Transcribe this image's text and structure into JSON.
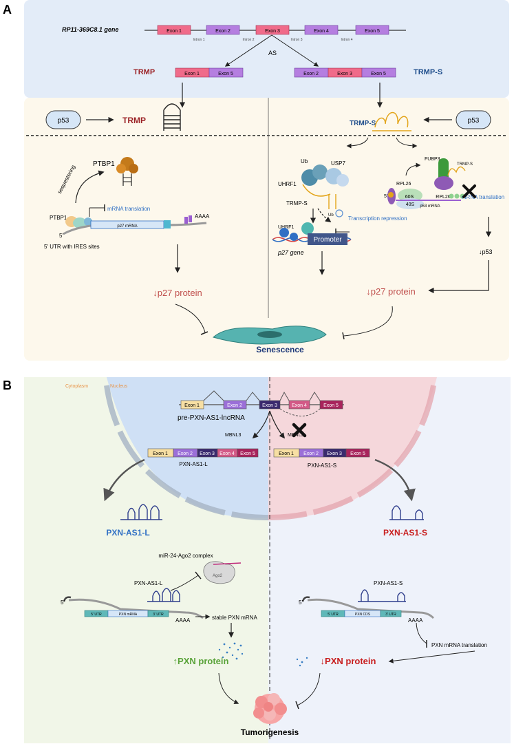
{
  "panel_a": {
    "letter": "A",
    "gene_name": "RP11-369C8.1 gene",
    "exons": [
      "Exon 1",
      "Exon 2",
      "Exon 3",
      "Exon 4",
      "Exon 5"
    ],
    "introns": [
      "Intron 1",
      "Intron 2",
      "Intron 3",
      "Intron 4"
    ],
    "as_label": "AS",
    "trmp": "TRMP",
    "trmp_s": "TRMP-S",
    "trmp_exons": [
      "Exon 1",
      "Exon 5"
    ],
    "trmp_s_exons": [
      "Exon 2",
      "Exon 3",
      "Exon 5"
    ],
    "p53": "p53",
    "left": {
      "ptbp1_top": "PTBP1",
      "sequestering": "sequestering",
      "mrna_translation": "mRNA translation",
      "ptbp1": "PTBP1",
      "p27_mrna": "p27 mRNA",
      "aaaa": "AAAA",
      "five_prime": "5'",
      "utr_label": "5' UTR with IRES sites",
      "p27_protein": "↓p27 protein"
    },
    "right": {
      "ub": "Ub",
      "usp7": "USP7",
      "uhrf1": "UHRF1",
      "trmp_s_label": "TRMP-S",
      "ub2": "Ub",
      "transcription_repression": "Transcription repression",
      "uhrf1_small": "UHRF1",
      "promoter": "Promoter",
      "p27_gene": "p27 gene",
      "fubp3": "FUBP3",
      "trmp_s_small": "TRMP-S",
      "rpl26_top": "RPL26",
      "rpl26": "RPL26",
      "sixty_s": "60S",
      "forty_s": "40S",
      "five_prime": "5'",
      "p53_mrna": "p53 mRNA",
      "mrna_translation": "mRNA translation",
      "down_p53": "↓p53",
      "p27_protein": "↓p27 protein"
    },
    "senescence": "Senescence"
  },
  "panel_b": {
    "letter": "B",
    "cytoplasm": "Cytoplasm",
    "nucleus": "Nucleus",
    "pre_lncrna": "pre-PXN-AS1-lncRNA",
    "exons": [
      "Exon 1",
      "Exon 2",
      "Exon 3",
      "Exon 4",
      "Exon 5"
    ],
    "mbnl3_left": "MBNL3",
    "mbnl3_right": "MBNL3",
    "long_exons": [
      "Exon 1",
      "Exon 2",
      "Exon 3",
      "Exon 4",
      "Exon 5"
    ],
    "short_exons": [
      "Exon 1",
      "Exon 2",
      "Exon 3",
      "Exon 5"
    ],
    "long_name": "PXN-AS1-L",
    "short_name": "PXN-AS1-S",
    "long_title": "PXN-AS1-L",
    "short_title": "PXN-AS1-S",
    "left": {
      "complex": "miR-24-Ago2 complex",
      "ago2": "Ago2",
      "lnc_label": "PXN-AS1-L",
      "five_prime": "5'",
      "utr5": "5' UTR",
      "pxn_mrna": "PXN mRNA",
      "utr3": "3' UTR",
      "aaaa": "AAAA",
      "stable": "stable PXN mRNA",
      "protein": "↑PXN  protein"
    },
    "right": {
      "lnc_label": "PXN-AS1-S",
      "five_prime": "5'",
      "utr5": "5' UTR",
      "pxn_cds": "PXN CDS",
      "utr3": "3' UTR",
      "aaaa": "AAAA",
      "translation": "PXN mRNA translation",
      "protein": "↓PXN  protein"
    },
    "tumorigenesis": "Tumorigenesis"
  },
  "colors": {
    "exon_pink": "#f06b8a",
    "exon_purple": "#b57ee0",
    "trmp_red": "#9b2226",
    "trmp_s_blue": "#1f4e8c",
    "p27_red": "#c0504d",
    "pxn_green": "#5aa33a",
    "pxn_red": "#c81e1e",
    "pxn_blue": "#2f6fc4"
  }
}
